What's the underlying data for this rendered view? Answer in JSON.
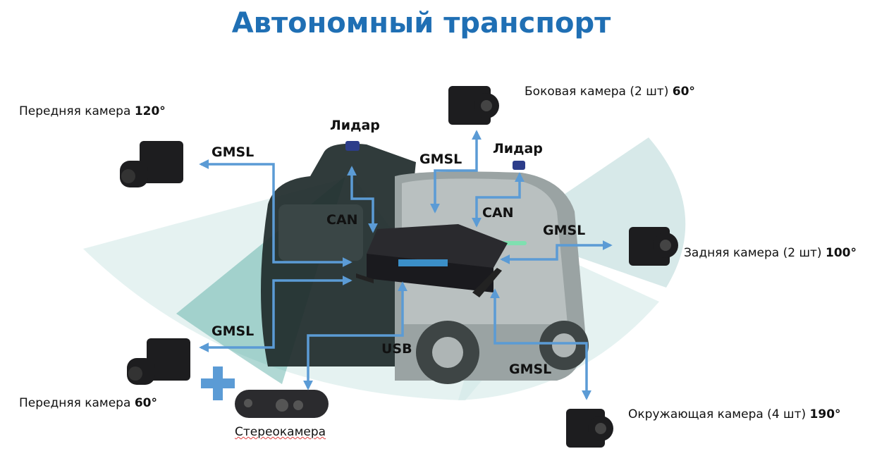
{
  "title": "Автономный транспорт",
  "cameras": {
    "front_wide": {
      "name": "Передняя камера",
      "angle": "120°"
    },
    "front_narrow": {
      "name": "Передняя камера",
      "angle": "60°"
    },
    "side": {
      "name": "Боковая камера (2 шт)",
      "angle": "60°"
    },
    "rear": {
      "name": "Задняя камера (2 шт)",
      "angle": "100°"
    },
    "surround": {
      "name": "Окружающая камера (4 шт)",
      "angle": "190°"
    },
    "stereo": {
      "name": "Стереокамера"
    }
  },
  "links": {
    "gmsl": "GMSL",
    "can": "CAN",
    "usb": "USB",
    "lidar": "Лидар"
  },
  "colors": {
    "title": "#1f6fb4",
    "arrow": "#5b9bd5",
    "fov": "#b9dcdc"
  }
}
